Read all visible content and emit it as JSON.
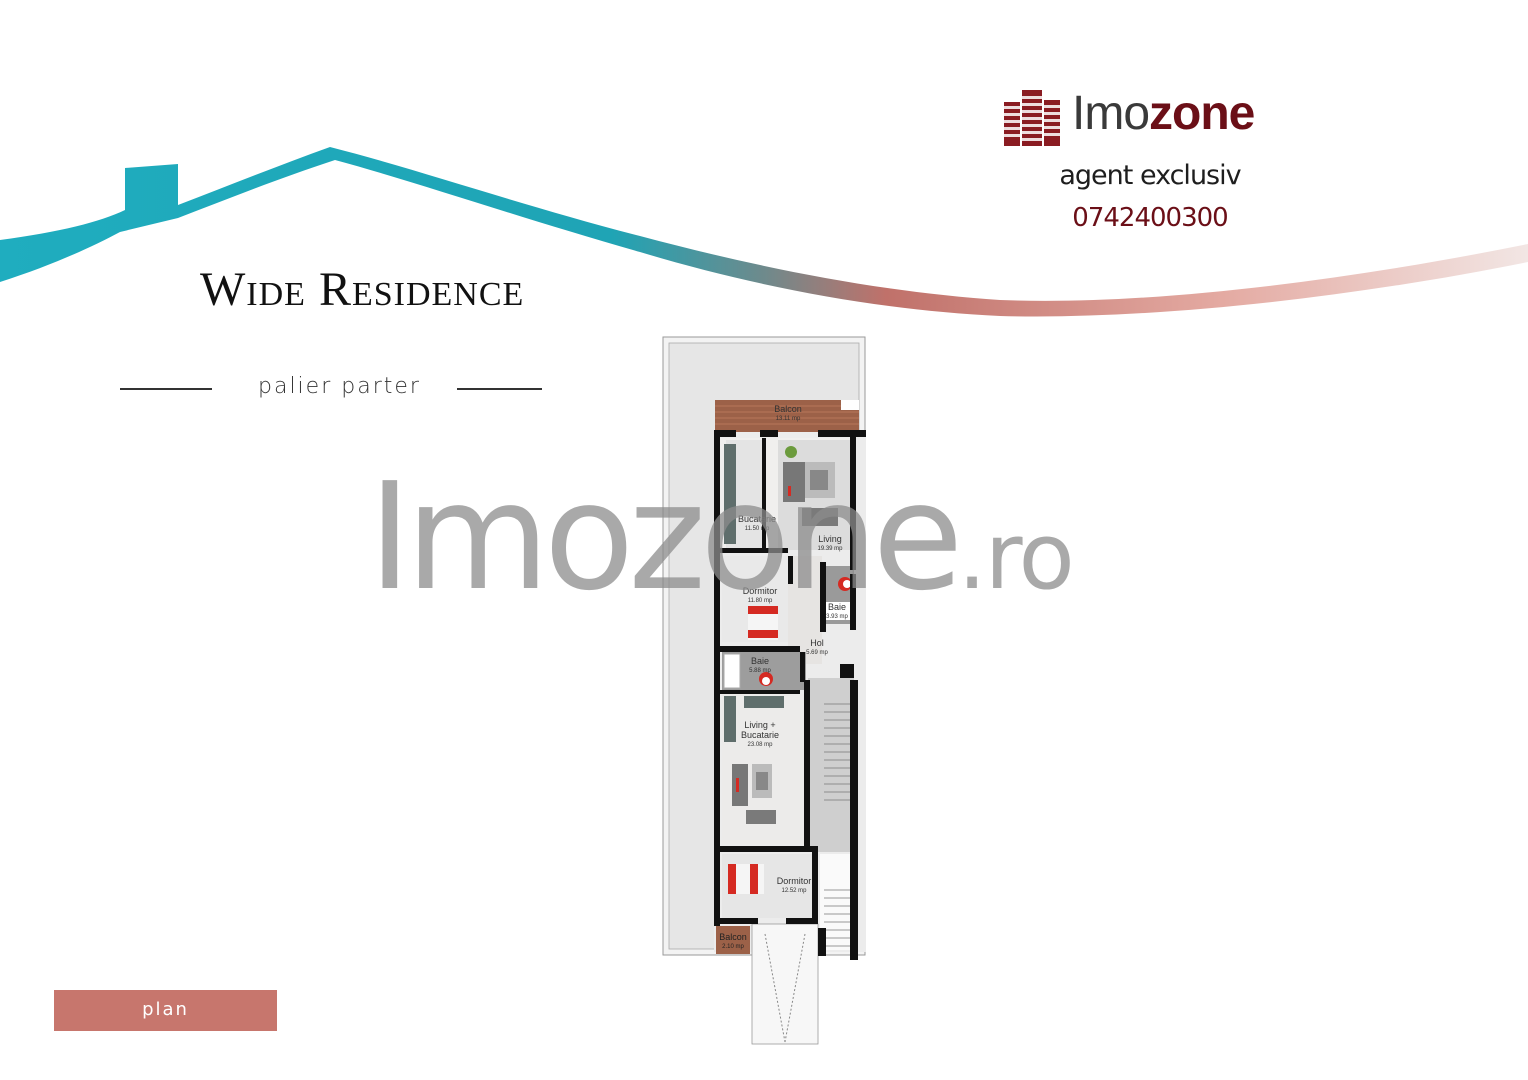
{
  "header": {
    "brand": {
      "name_part1": "Imo",
      "name_part2": "zone",
      "tagline": "agent exclusiv",
      "phone": "0742400300"
    },
    "colors": {
      "roof_teal": "#1fadbf",
      "roof_rose": "#c7766d",
      "brand_dark_red": "#6b0f17",
      "button_bg": "#c7766d"
    }
  },
  "project": {
    "title": "Wide Residence",
    "subtitle": "palier parter"
  },
  "watermark": {
    "main": "Imozone",
    "suffix": ".ro"
  },
  "floorplan": {
    "rooms": [
      {
        "name": "Balcon",
        "area": "13.11 mp"
      },
      {
        "name": "Bucatarie",
        "area": "11.50 mp"
      },
      {
        "name": "Living",
        "area": "19.39 mp"
      },
      {
        "name": "Dormitor",
        "area": "11.80 mp"
      },
      {
        "name": "Baie",
        "area": "3.93 mp"
      },
      {
        "name": "Hol",
        "area": "5.69 mp"
      },
      {
        "name": "Baie",
        "area": "5.88 mp"
      },
      {
        "name": "Living + Bucatarie",
        "area": "23.08 mp"
      },
      {
        "name": "Dormitor",
        "area": "12.52 mp"
      },
      {
        "name": "Balcon",
        "area": "2.10 mp"
      }
    ]
  },
  "footer": {
    "button_label": "plan"
  }
}
